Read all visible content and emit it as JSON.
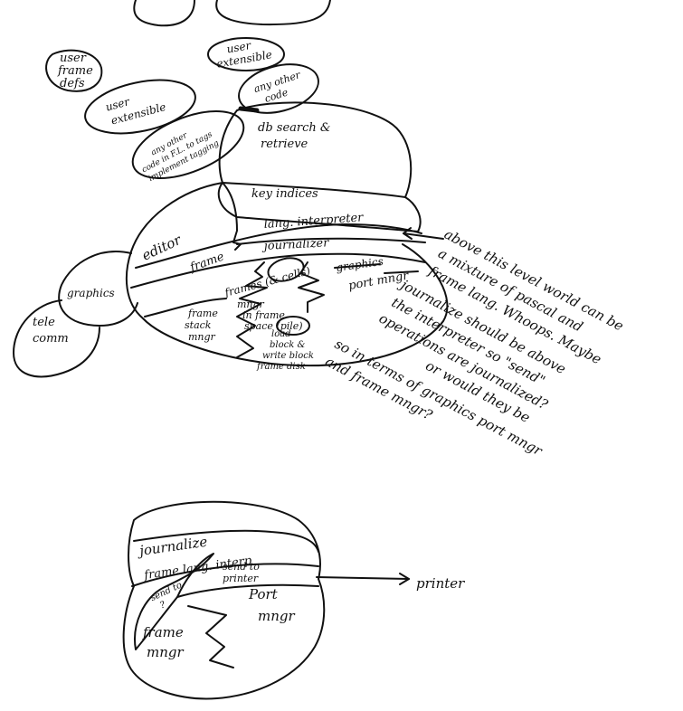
{
  "top": {
    "user_frame_defs": [
      "user",
      "frame",
      "defs"
    ],
    "user_extensible_small": [
      "user",
      "extensible"
    ],
    "user_extensible_large": [
      "user",
      "extensible"
    ],
    "any_other_code_small": [
      "any other",
      "code"
    ],
    "any_other_code_fl": [
      "any other",
      "code in F.L. to tags",
      "implement tagging"
    ],
    "db_search": [
      "db search &",
      "retrieve"
    ],
    "key_indices": "key indices",
    "lang_interpreter": "lang. interpreter",
    "journalizer": "journalizer",
    "editor": "editor",
    "frame": "frame",
    "graphics": "graphics",
    "telecomm": [
      "tele",
      "comm"
    ],
    "frames_cells": "frames (& cells)",
    "frame_stack_mngr": [
      "frame",
      "stack",
      "mngr"
    ],
    "mngr_in_frame_space_pile": [
      "mngr",
      "in frame",
      "space (pile)"
    ],
    "graphics_struck": "graphics",
    "port_mngr": "port mngr",
    "load_block": [
      "load",
      "block &",
      "write block",
      "frame disk"
    ]
  },
  "annotation": [
    "above this level world can be",
    "a mixture of pascal and",
    "frame lang. Whoops. Maybe",
    "journalize should be above",
    "the interpreter so \"send\"",
    "operations are journalized?",
    "or would they be",
    "so in terms of graphics port mngr",
    "and frame mngr?"
  ],
  "bottom": {
    "journalize": "journalize",
    "frame_lang_interp": "frame lang. interp",
    "send_to": [
      "send to",
      "?"
    ],
    "send_to_printer": [
      "send to",
      "printer"
    ],
    "port_mngr": [
      "Port",
      "mngr"
    ],
    "frame_mngr": [
      "frame",
      "mngr"
    ],
    "printer": "printer"
  }
}
